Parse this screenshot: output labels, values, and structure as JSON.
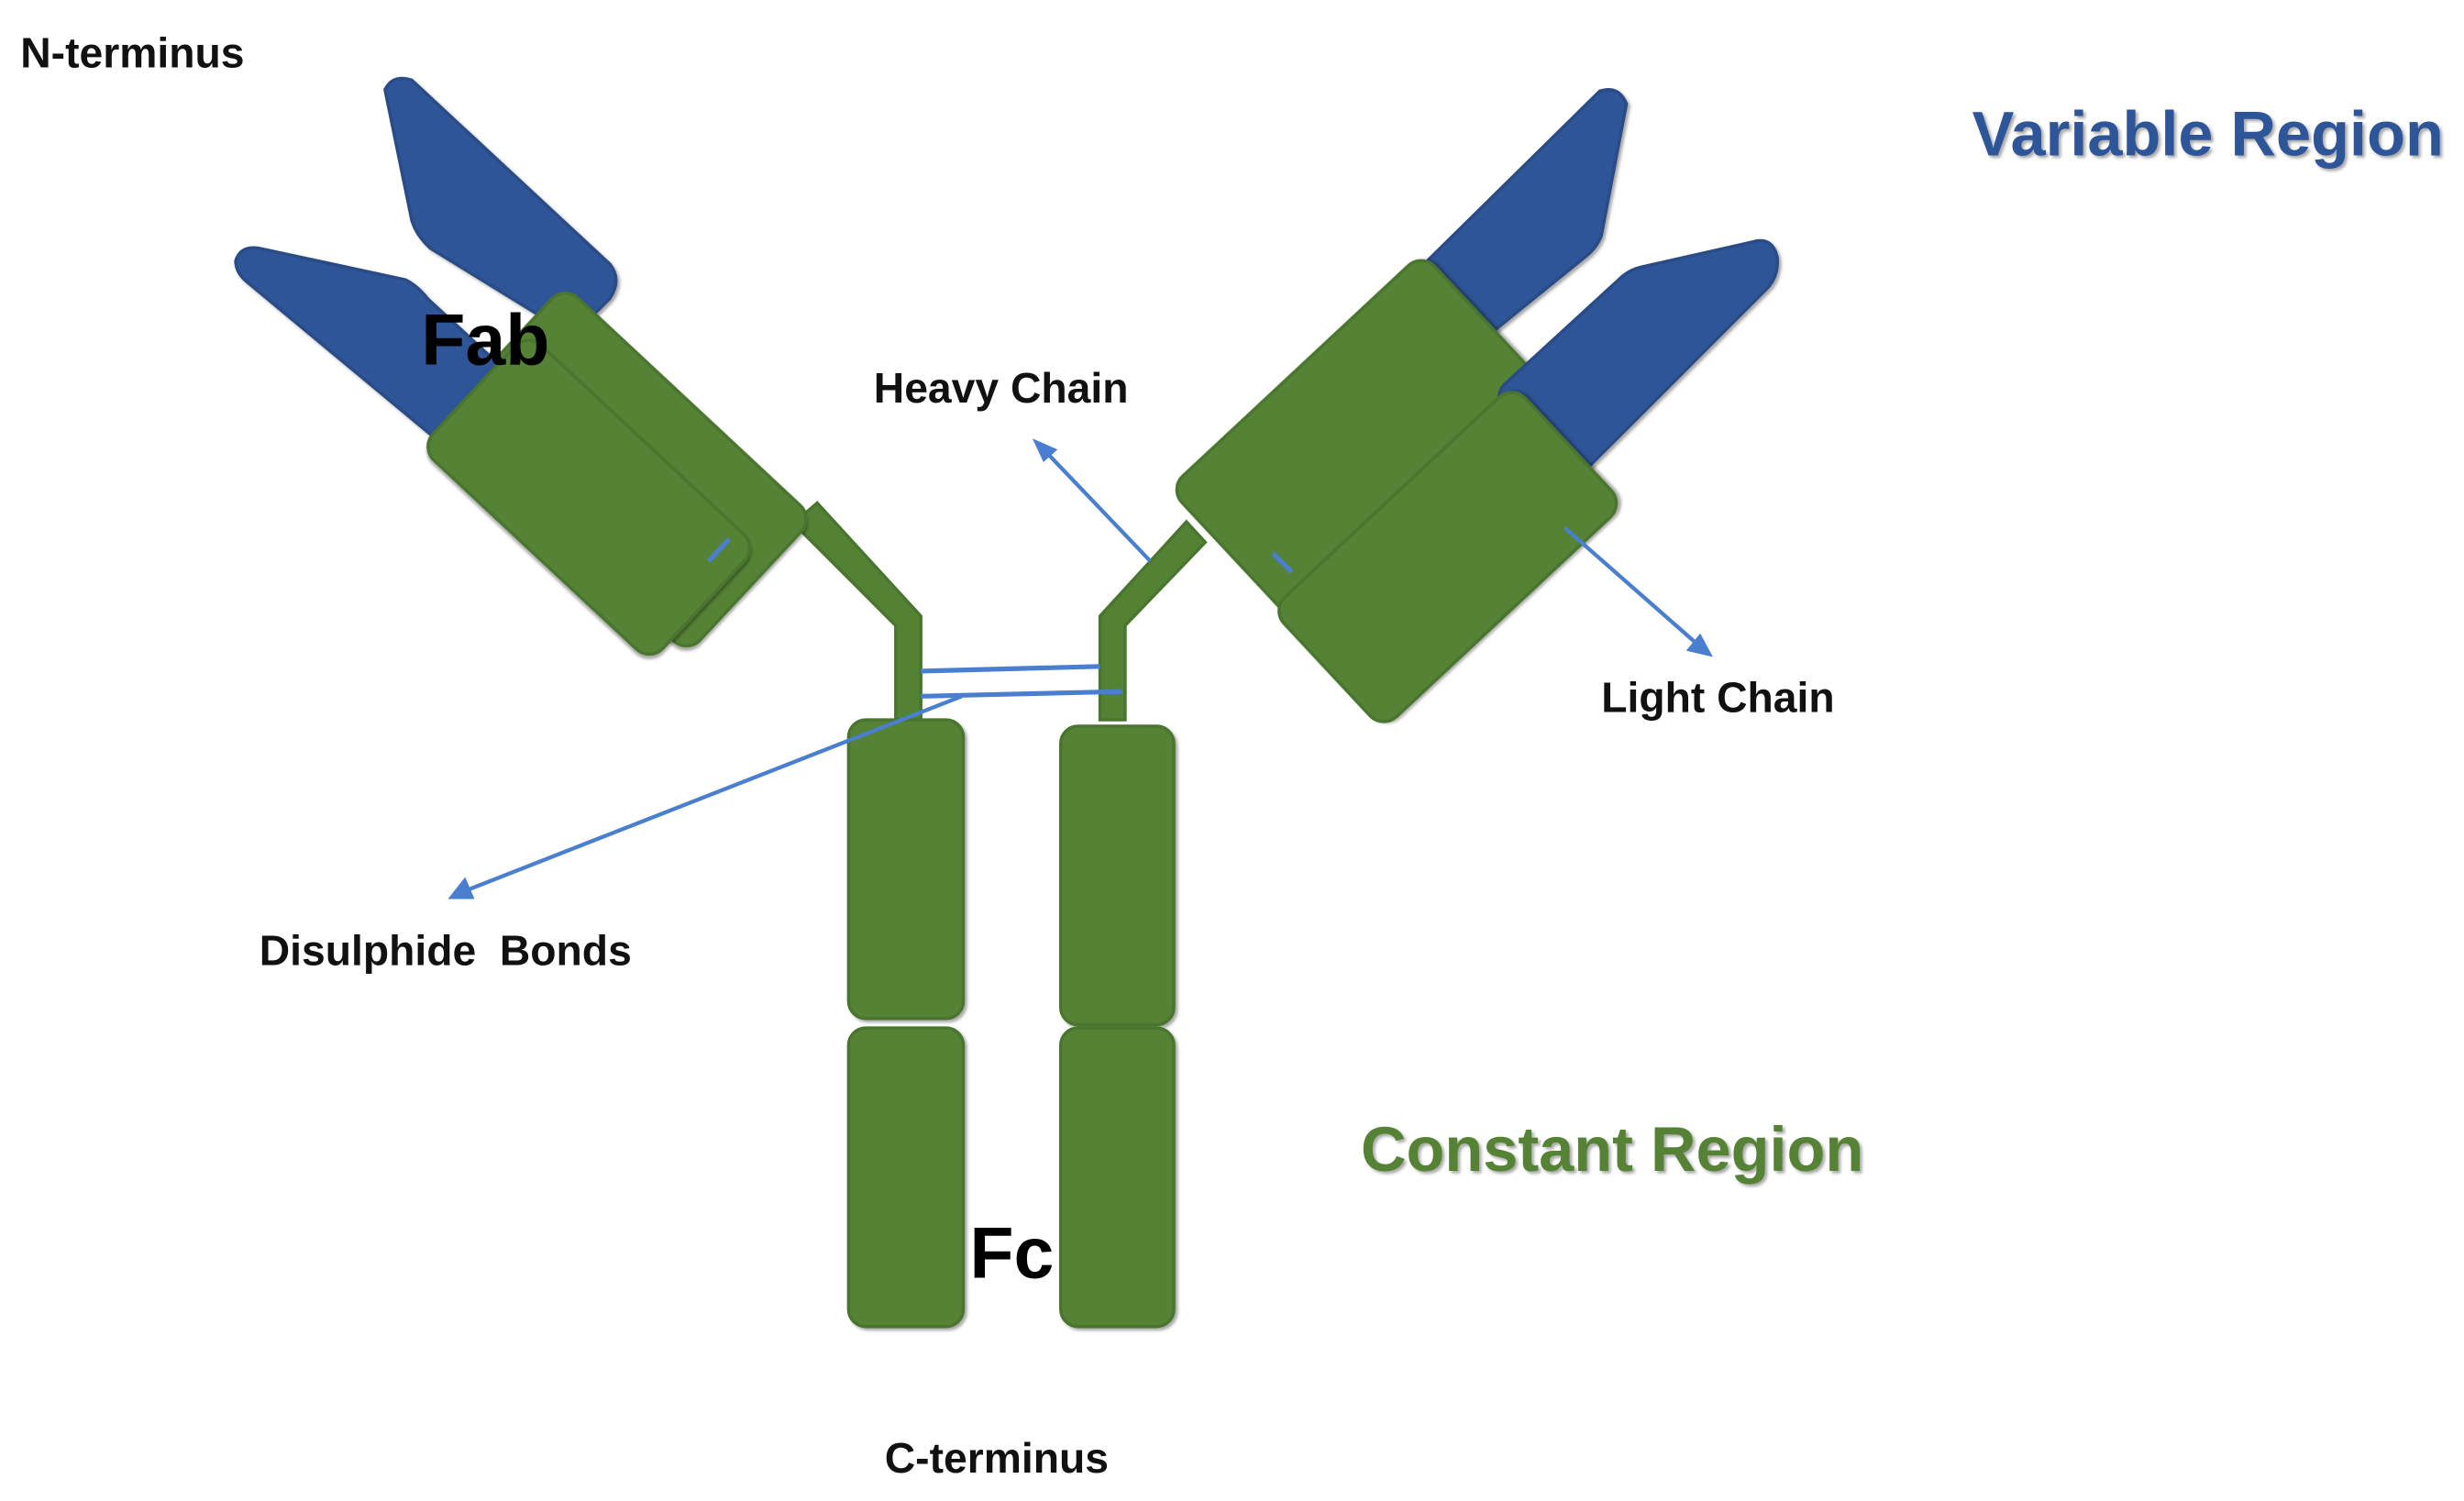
{
  "labels": {
    "n_terminus": "N-terminus",
    "c_terminus": "C-terminus",
    "variable_region": "Variable Region",
    "constant_region": "Constant Region",
    "fab": "Fab",
    "fc": "Fc",
    "heavy_chain": "Heavy Chain",
    "light_chain": "Light Chain",
    "disulphide_bonds": "Disulphide  Bonds"
  },
  "colors": {
    "variable": "#2f5597",
    "constant": "#548235",
    "arrow": "#4a7fd0",
    "text": "#111111"
  }
}
